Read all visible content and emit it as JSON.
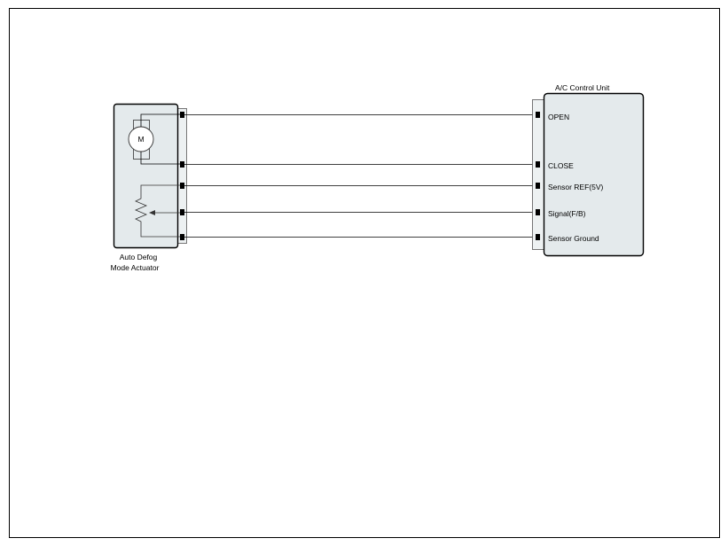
{
  "actuator": {
    "name_line1": "Auto Defog",
    "name_line2": "Mode Actuator",
    "motor_label": "M"
  },
  "control_unit": {
    "title": "A/C Control Unit",
    "pins": [
      {
        "label": "OPEN"
      },
      {
        "label": "CLOSE"
      },
      {
        "label": "Sensor REF(5V)"
      },
      {
        "label": "Signal(F/B)"
      },
      {
        "label": "Sensor Ground"
      }
    ]
  },
  "colors": {
    "module_fill": "#e4eaec",
    "connector_fill": "#edf1f2",
    "wire": "#000000"
  }
}
